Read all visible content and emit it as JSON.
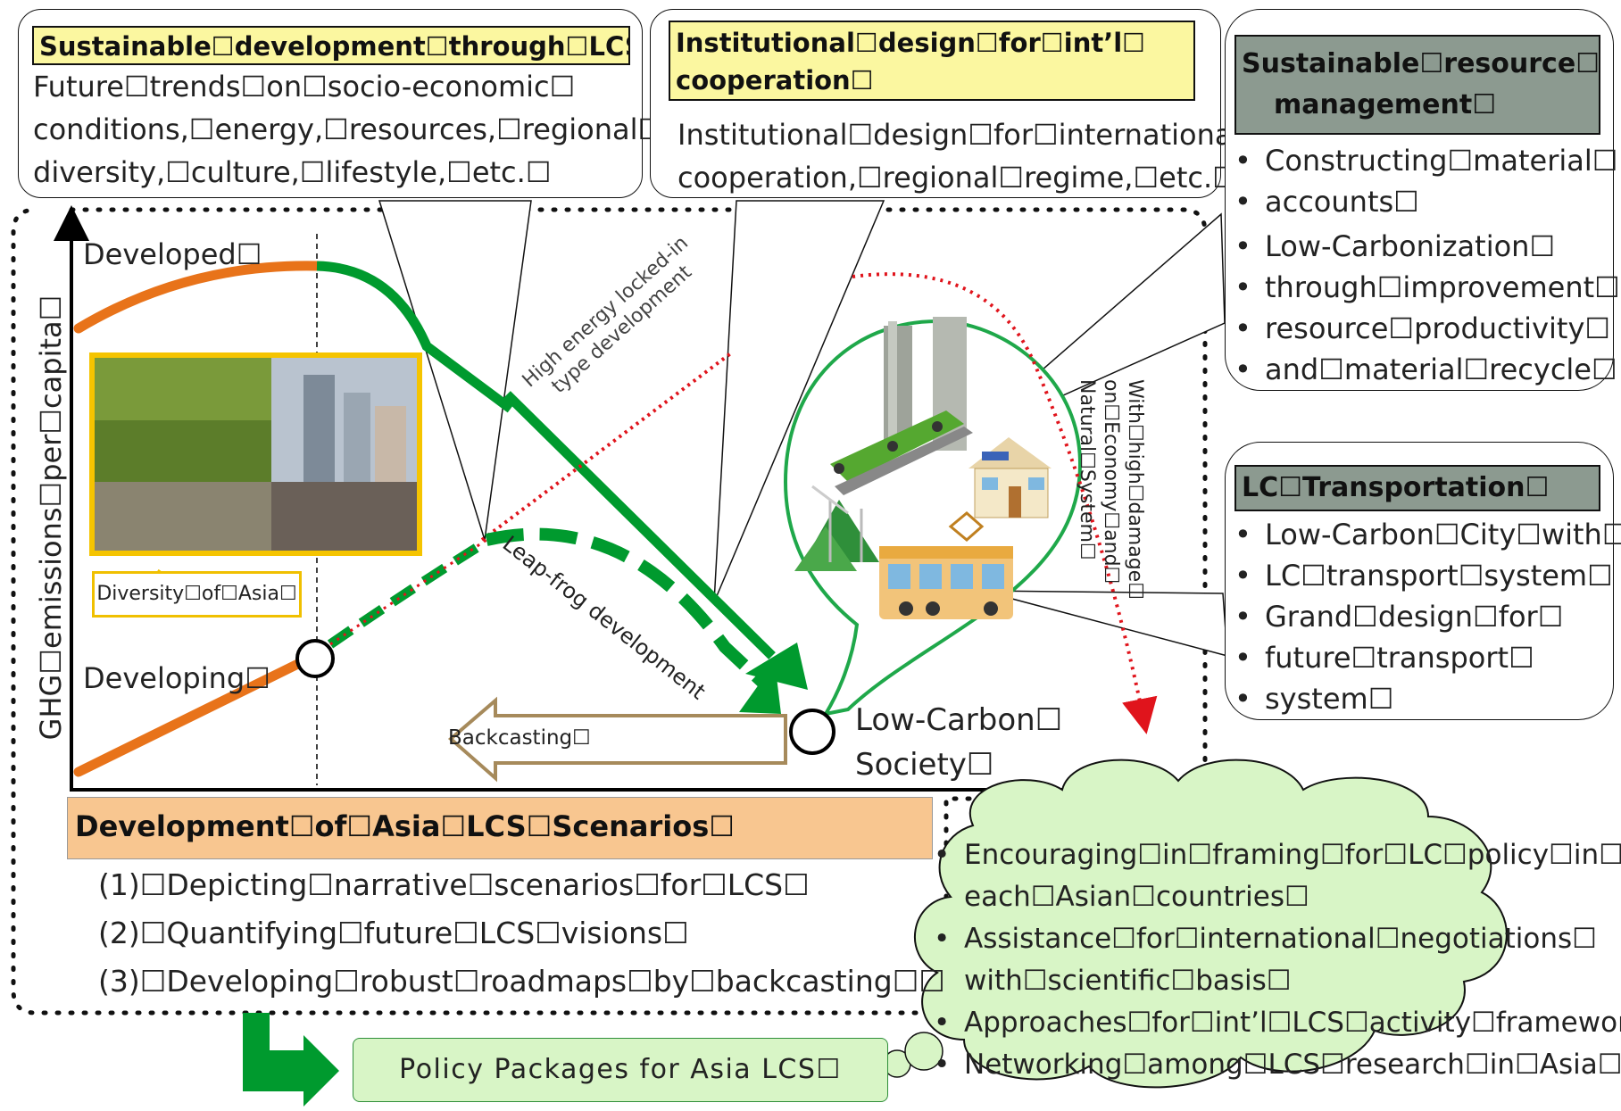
{
  "top_boxes": {
    "sustainable_dev": {
      "title": "Sustainable☐development☐through☐LCS☐",
      "lines": [
        "Future☐trends☐on☐socio-economic☐",
        "conditions,☐energy,☐resources,☐regional☐",
        "diversity,☐culture,☐lifestyle,☐etc.☐"
      ]
    },
    "institutional": {
      "title_lines": [
        "Institutional☐design☐for☐int’l☐",
        "cooperation☐"
      ],
      "lines": [
        "Institutional☐design☐for☐international☐",
        "cooperation,☐regional☐regime,☐etc.☐"
      ]
    }
  },
  "right_boxes": {
    "resource": {
      "title_lines": [
        "Sustainable☐resource☐",
        "management☐"
      ],
      "bullets": [
        [
          "Constructing☐material☐",
          "accounts☐"
        ],
        [
          "Low-Carbonization☐",
          "through☐improvement☐",
          "resource☐productivity☐",
          "and☐material☐recycle☐"
        ]
      ]
    },
    "transport": {
      "title": "LC☐Transportation☐",
      "bullets": [
        [
          "Low-Carbon☐City☐with☐",
          "LC☐transport☐system☐"
        ],
        [
          "Grand☐design☐for☐",
          "future☐transport☐",
          "system☐"
        ]
      ]
    }
  },
  "diagram": {
    "y_axis_label": "GHG☐emissions☐per☐capita☐",
    "developed": "Developed☐",
    "developing": "Developing☐",
    "diversity": "Diversity☐of☐Asia☐",
    "high_energy": [
      "High energy locked-in",
      "type development"
    ],
    "leap_frog": [
      "Leap-frog development"
    ],
    "backcasting": "Backcasting☐",
    "lcs_lines": [
      "Low-Carbon☐",
      "Society☐"
    ],
    "damage_lines": [
      "With☐high☐damage☐",
      "on☐Economy☐and☐",
      "Natural☐System☐"
    ],
    "colors": {
      "orange": "#e8731a",
      "green": "#009a2e",
      "red": "#e0141c",
      "arrow_brown": "#a68a5b"
    }
  },
  "scenarios": {
    "title": "Development☐of☐Asia☐LCS☐Scenarios☐",
    "items": [
      "(1)☐Depicting☐narrative☐scenarios☐for☐LCS☐",
      "(2)☐Quantifying☐future☐LCS☐visions☐",
      "(3)☐Developing☐robust☐roadmaps☐by☐backcasting☐☐"
    ]
  },
  "cloud": {
    "items": [
      [
        "Encouraging☐in☐framing☐for☐LC☐policy☐in☐",
        "each☐Asian☐countries☐"
      ],
      [
        "Assistance☐for☐international☐negotiations☐",
        "with☐scientific☐basis☐"
      ],
      [
        "Approaches☐for☐int’l☐LCS☐activity☐framework☐"
      ],
      [
        "Networking☐among☐LCS☐research☐in☐Asia☐"
      ]
    ]
  },
  "policy": {
    "label": "Policy Packages for Asia LCS☐"
  }
}
